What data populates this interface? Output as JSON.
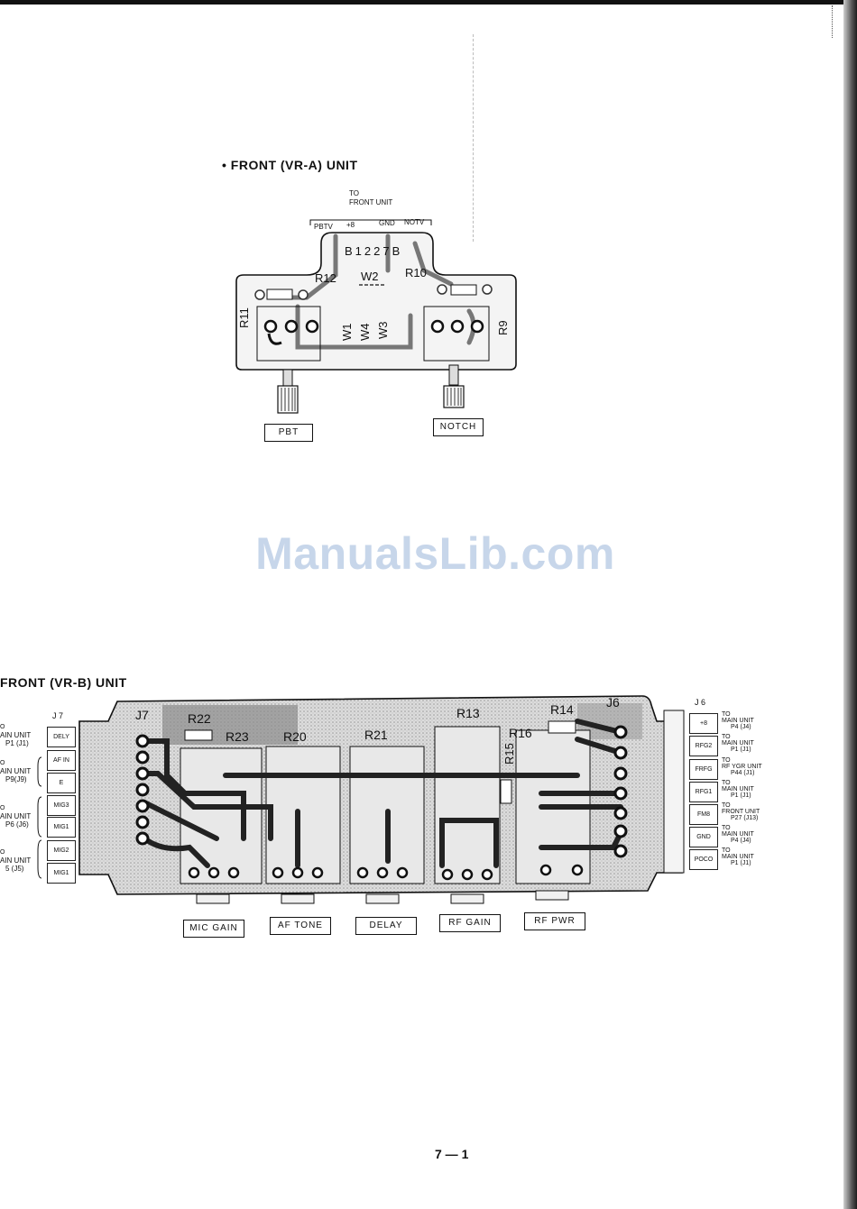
{
  "vr_a": {
    "title": "• FRONT (VR-A) UNIT",
    "connector_to": "TO",
    "connector_dest": "FRONT UNIT",
    "connector_pins": [
      "PBTV",
      "+8",
      "GND",
      "NOTV"
    ],
    "board_number": "B1227B",
    "parts": {
      "r12": "R12",
      "w2": "W2",
      "r10": "R10",
      "r11": "R11",
      "r9": "R9",
      "w1": "W1",
      "w4": "W4",
      "w3": "W3"
    },
    "knobs": [
      "PBT",
      "NOTCH"
    ]
  },
  "watermark": "ManualsLib.com",
  "vr_b": {
    "title": "FRONT (VR-B) UNIT",
    "j7_label": "J 7",
    "j6_label": "J 6",
    "j7_pins": [
      "DELY",
      "AF IN",
      "E",
      "MIG3",
      "MIG1",
      "MIG2",
      "MIG1"
    ],
    "j7_dest": [
      {
        "l1": "O",
        "l2": "AIN UNIT",
        "l3": "P1 (J1)"
      },
      {
        "l1": "O",
        "l2": "AIN UNIT",
        "l3": "P9(J9)"
      },
      {
        "l1": "O",
        "l2": "AIN UNIT",
        "l3": "P6 (J6)"
      },
      {
        "l1": "O",
        "l2": "AIN UNIT",
        "l3": "5 (J5)"
      }
    ],
    "j6_pins": [
      "+8",
      "RFG2",
      "FRFG",
      "RFG1",
      "FM8",
      "GND",
      "POCO"
    ],
    "j6_dest": [
      {
        "l1": "TO",
        "l2": "MAIN UNIT",
        "l3": "P4 (J4)"
      },
      {
        "l1": "TO",
        "l2": "MAIN UNIT",
        "l3": "P1 (J1)"
      },
      {
        "l1": "TO",
        "l2": "RF YGR UNIT",
        "l3": "P44 (J1)"
      },
      {
        "l1": "TO",
        "l2": "MAIN UNIT",
        "l3": "P1 (J1)"
      },
      {
        "l1": "TO",
        "l2": "FRONT UNIT",
        "l3": "P27 (J13)"
      },
      {
        "l1": "TO",
        "l2": "MAIN UNIT",
        "l3": "P4 (J4)"
      },
      {
        "l1": "TO",
        "l2": "MAIN UNIT",
        "l3": "P1 (J1)"
      }
    ],
    "board_marks": {
      "j7": "J7",
      "j6": "J6"
    },
    "parts": [
      "R22",
      "R23",
      "R20",
      "R21",
      "R13",
      "R15",
      "R16",
      "R14"
    ],
    "knobs": [
      "MIC GAIN",
      "AF TONE",
      "DELAY",
      "RF GAIN",
      "RF PWR"
    ]
  },
  "page_number": "7 — 1"
}
